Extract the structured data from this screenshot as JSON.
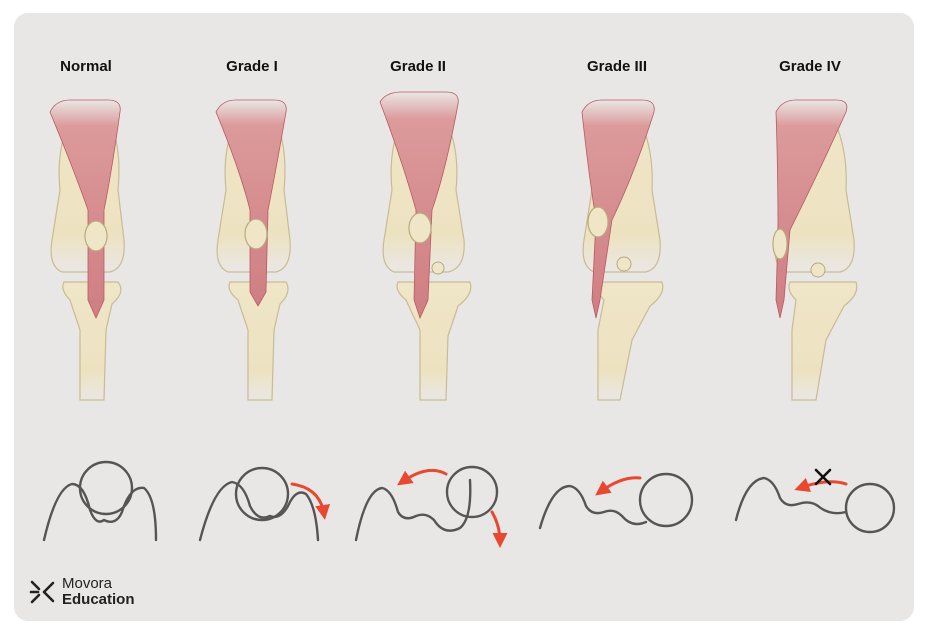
{
  "columns": [
    {
      "title": "Normal"
    },
    {
      "title": "Grade I"
    },
    {
      "title": "Grade II"
    },
    {
      "title": "Grade III"
    },
    {
      "title": "Grade IV"
    }
  ],
  "brand": {
    "line1": "Movora",
    "line2": "Education"
  },
  "colors": {
    "background": "#e9e7e5",
    "bone": "#ede2c0",
    "bone_outline": "#c9bb93",
    "muscle": "#d98c8e",
    "muscle_dark": "#b85a60",
    "arrow": "#e8482f",
    "line": "#555555"
  },
  "icons": {
    "brand_mark": "movora-logo-icon",
    "blocked_marker": "x-icon"
  }
}
